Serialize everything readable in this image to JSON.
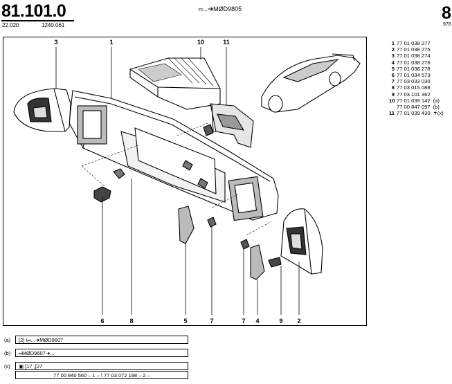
{
  "header": {
    "ref_number": "81.101.0",
    "sub_left": "22.020",
    "sub_right": "1240.061",
    "code": "⧦...➔MØD9805",
    "page_edge": "8",
    "page_edge_sub": "978"
  },
  "callouts": [
    "3",
    "1",
    "10",
    "11",
    "6",
    "8",
    "5",
    "7",
    "7",
    "4",
    "9",
    "2"
  ],
  "parts": [
    {
      "num": "1",
      "ref": "77 01 038 277",
      "note": ""
    },
    {
      "num": "2",
      "ref": "77 01 038 275",
      "note": ""
    },
    {
      "num": "3",
      "ref": "77 01 038 274",
      "note": ""
    },
    {
      "num": "4",
      "ref": "77 01 038 276",
      "note": ""
    },
    {
      "num": "5",
      "ref": "77 01 038 278",
      "note": ""
    },
    {
      "num": "6",
      "ref": "77 01 034 573",
      "note": ""
    },
    {
      "num": "7",
      "ref": "77 03 033 030",
      "note": ""
    },
    {
      "num": "8",
      "ref": "77 03 015 088",
      "note": ""
    },
    {
      "num": "9",
      "ref": "77 03 101 362",
      "note": ""
    },
    {
      "num": "10",
      "ref": "77 01 039 142",
      "note": "(a)"
    },
    {
      "num": "",
      "ref": "77 00 847 097",
      "note": "(b)"
    },
    {
      "num": "11",
      "ref": "77 01 039 430",
      "note": "✝(x)"
    }
  ],
  "notes": [
    {
      "key": "(a)",
      "text": "[2] \\⧦...➔MØD9607"
    },
    {
      "key": "(b)",
      "text": "⧦MØD9607➔..."
    },
    {
      "key": "(x)",
      "text": "▣ [17 ,[27",
      "text2": "77 00 840 560 – 1 – \\ 77 03 072 198 – 2 –"
    }
  ]
}
